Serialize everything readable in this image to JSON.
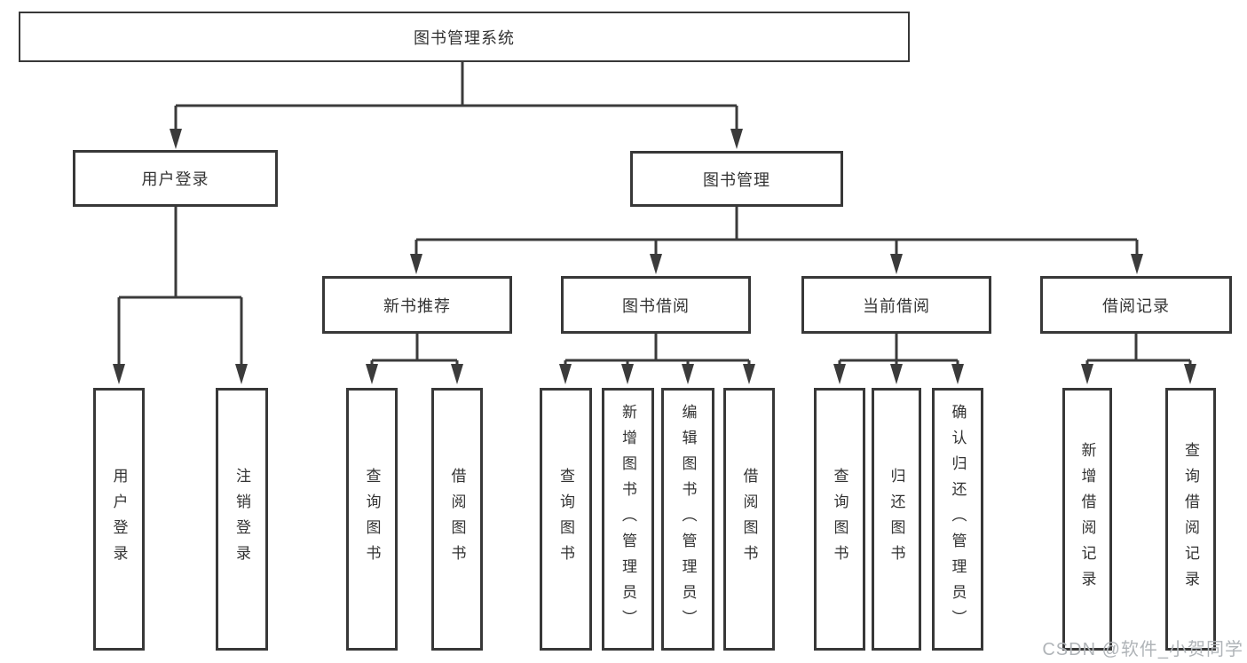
{
  "colors": {
    "line": "#3b3b3b",
    "box_border": "#383838",
    "text": "#333333",
    "watermark_text": "#b0b4b8",
    "background": "#ffffff"
  },
  "diagram": {
    "root": {
      "label": "图书管理系统"
    },
    "branches": [
      {
        "label": "用户登录",
        "children": [
          {
            "label": "用户登录"
          },
          {
            "label": "注销登录"
          }
        ]
      },
      {
        "label": "图书管理",
        "children": [
          {
            "label": "新书推荐",
            "children": [
              {
                "label": "查询图书"
              },
              {
                "label": "借阅图书"
              }
            ]
          },
          {
            "label": "图书借阅",
            "children": [
              {
                "label": "查询图书"
              },
              {
                "label": "新增图书（管理员）"
              },
              {
                "label": "编辑图书（管理员）"
              },
              {
                "label": "借阅图书"
              }
            ]
          },
          {
            "label": "当前借阅",
            "children": [
              {
                "label": "查询图书"
              },
              {
                "label": "归还图书"
              },
              {
                "label": "确认归还（管理员）"
              }
            ]
          },
          {
            "label": "借阅记录",
            "children": [
              {
                "label": "新增借阅记录"
              },
              {
                "label": "查询借阅记录"
              }
            ]
          }
        ]
      }
    ]
  },
  "watermark": {
    "text": "CSDN @软件_小贺同学"
  }
}
